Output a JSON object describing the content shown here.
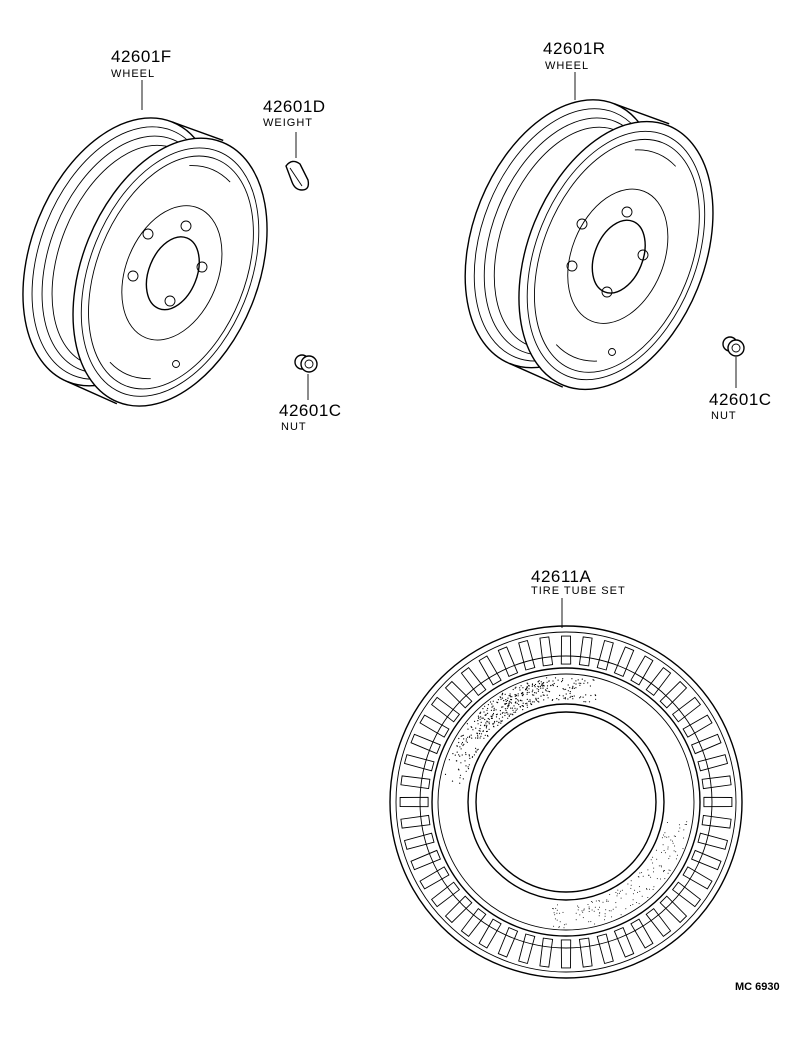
{
  "parts": {
    "front_wheel": {
      "number": "42601F",
      "name": "WHEEL"
    },
    "weight": {
      "number": "42601D",
      "name": "WEIGHT"
    },
    "nut_left": {
      "number": "42601C",
      "name": "NUT"
    },
    "rear_wheel": {
      "number": "42601R",
      "name": "WHEEL"
    },
    "nut_right": {
      "number": "42601C",
      "name": "NUT"
    },
    "tire_tube_set": {
      "number": "42611A",
      "name": "TIRE TUBE SET"
    }
  },
  "diagram_code": "MC 6930",
  "colors": {
    "line": "#000000",
    "background": "#ffffff"
  }
}
